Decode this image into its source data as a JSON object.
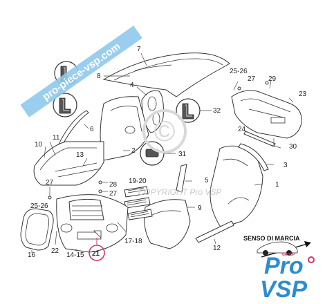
{
  "watermark": {
    "banner_text": "pro-piece-vsp.com",
    "copyright_text": "COPYRIGHT Pro VSP",
    "copyright_symbol": "©"
  },
  "direction": {
    "label": "SENSO DI MARCIA"
  },
  "logo": {
    "line1": "Pro",
    "line2": "VSP",
    "tagline": "GROUP"
  },
  "labels": {
    "l7": "7",
    "l8": "8",
    "l4": "4",
    "l25_26_top": "25-26",
    "l27_top": "27",
    "l29": "29",
    "l23": "23",
    "l6": "6",
    "l11": "11",
    "l10": "10",
    "l13": "13",
    "l2": "2",
    "l32": "32",
    "l24": "24",
    "l30": "30",
    "l3": "3",
    "l31": "31",
    "l5": "5",
    "l1": "1",
    "l19_20": "19-20",
    "l28": "28",
    "l27_mid": "27",
    "l27_left": "27",
    "l25_26_left": "25-26",
    "l9": "9",
    "l17_18": "17-18",
    "l12": "12",
    "l16": "16",
    "l22": "22",
    "l14_15": "14-15",
    "l21": "21"
  },
  "colors": {
    "accent": "#2e8bd0",
    "highlight": "#d6336c",
    "banner": "#8fc9ec"
  }
}
